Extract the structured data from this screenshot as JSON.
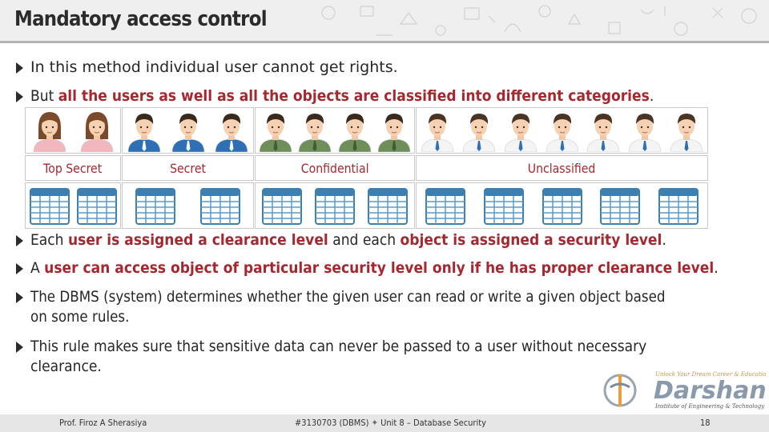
{
  "slide": {
    "title": "Mandatory access control"
  },
  "bullets": [
    {
      "segments": [
        {
          "text": "In this method individual user cannot get rights.",
          "hl": false
        }
      ]
    },
    {
      "segments": [
        {
          "text": "But ",
          "hl": false
        },
        {
          "text": "all the users as well as all the objects are classified into different categories",
          "hl": true
        },
        {
          "text": ".",
          "hl": false
        }
      ]
    },
    {
      "segments": [
        {
          "text": "Each ",
          "hl": false
        },
        {
          "text": "user is assigned a clearance level",
          "hl": true
        },
        {
          "text": " and each ",
          "hl": false
        },
        {
          "text": "object is assigned a security level",
          "hl": true
        },
        {
          "text": ".",
          "hl": false
        }
      ]
    },
    {
      "segments": [
        {
          "text": "A ",
          "hl": false
        },
        {
          "text": "user can access object of particular security level only if he has proper clearance level",
          "hl": true
        },
        {
          "text": ".",
          "hl": false
        }
      ]
    },
    {
      "lines": [
        "The DBMS (system) determines whether the given user can read or write a given object based",
        "on some rules."
      ]
    },
    {
      "lines": [
        "This rule makes sure that sensitive data can never be passed to a user without necessary",
        "clearance."
      ]
    }
  ],
  "categories": [
    {
      "label": "Top Secret",
      "users": 2,
      "tables": 2,
      "user_style": "female"
    },
    {
      "label": "Secret",
      "users": 3,
      "tables": 2,
      "user_style": "blue"
    },
    {
      "label": "Confidential",
      "users": 4,
      "tables": 3,
      "user_style": "green"
    },
    {
      "label": "Unclassified",
      "users": 7,
      "tables": 5,
      "user_style": "white"
    }
  ],
  "colors": {
    "highlight": "#a52830",
    "table_header": "#3d7fb0",
    "table_grid": "#5a9bcc"
  },
  "footer": {
    "author": "Prof. Firoz A Sherasiya",
    "course": "#3130703 (DBMS)",
    "separator": "✦",
    "unit": "Unit 8 – Database Security",
    "page": "18"
  },
  "logo": {
    "tagline": "Unlock Your Dream Career & Education",
    "name": "Darshan",
    "subtitle": "Institute of Engineering & Technology",
    "icon": "darshan-logo-icon"
  }
}
